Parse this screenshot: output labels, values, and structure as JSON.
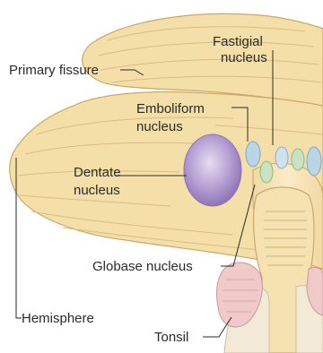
{
  "figure": {
    "labels": {
      "fastigial_line1": "Fastigial",
      "fastigial_line2": "nucleus",
      "primary_fissure": "Primary fissure",
      "emboliform_line1": "Emboliform",
      "emboliform_line2": "nucleus",
      "dentate_line1": "Dentate",
      "dentate_line2": "nucleus",
      "globose": "Globase nucleus",
      "hemisphere": "Hemisphere",
      "tonsil": "Tonsil"
    },
    "colors": {
      "cerebellum_fill": "#f5dfa8",
      "cerebellum_stroke": "#c9a86a",
      "folia_line": "#d8bc82",
      "dentate_purple": "#a991c9",
      "emboliform_blue": "#b9d5e6",
      "globose_green": "#c9e3c2",
      "fastigial_blue": "#cfe2ee",
      "tonsil_pink": "#f0c9c9",
      "leader_line": "#2a2a2a"
    }
  }
}
